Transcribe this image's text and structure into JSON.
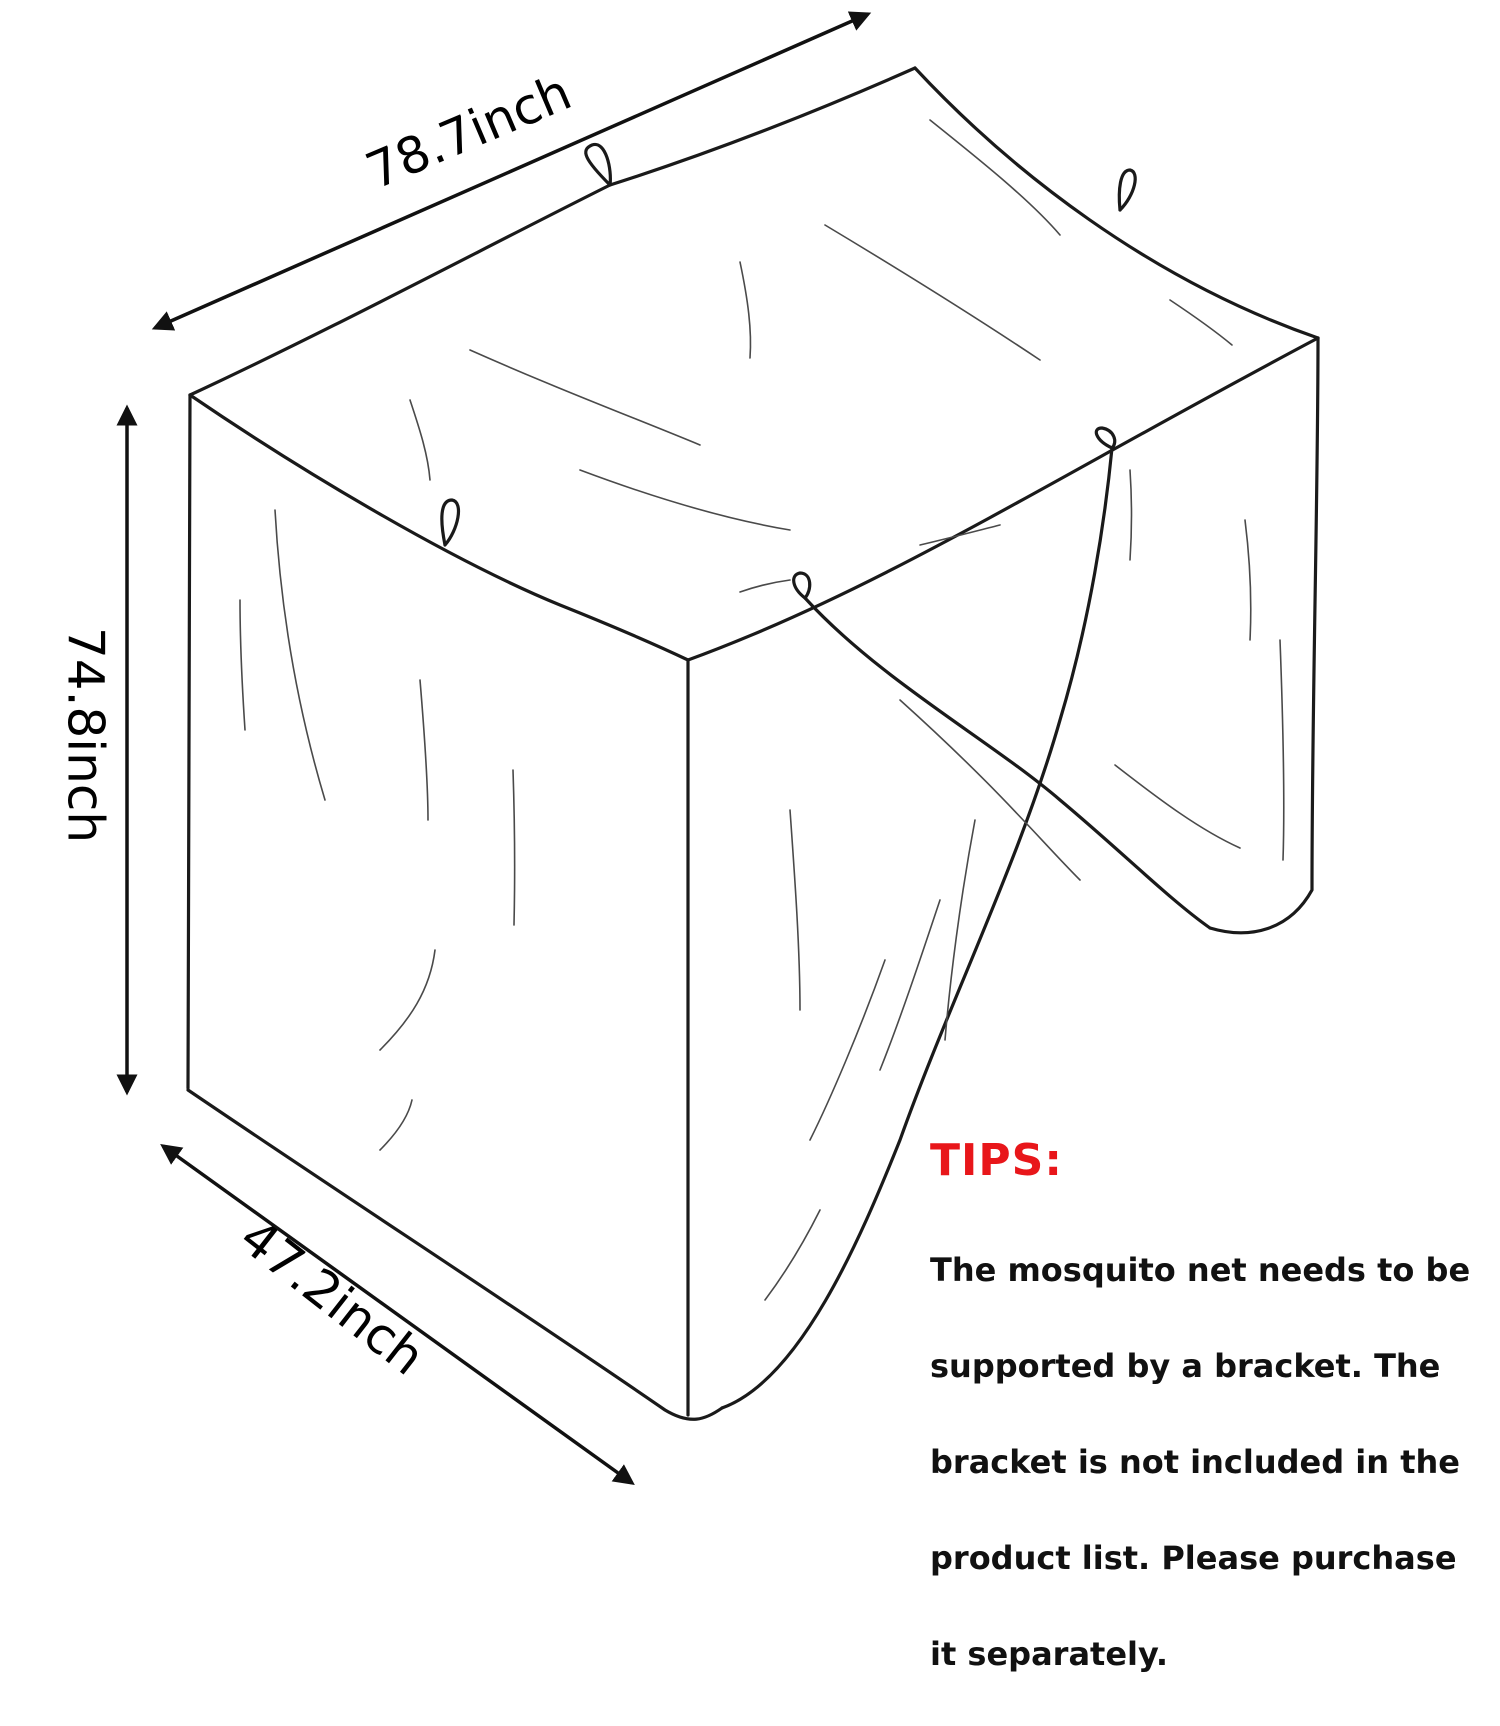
{
  "dimensions": {
    "length": "78.7inch",
    "height": "74.8inch",
    "width": "47.2inch"
  },
  "tips": {
    "title": "TIPS:",
    "title_color": "#e8161a",
    "lines": [
      "The mosquito net needs to be",
      "supported by a bracket. The",
      "bracket is not included in the",
      "product list. Please purchase",
      "it separately."
    ]
  },
  "icons": [
    "mosquito-net-drawing",
    "dimension-arrow"
  ]
}
